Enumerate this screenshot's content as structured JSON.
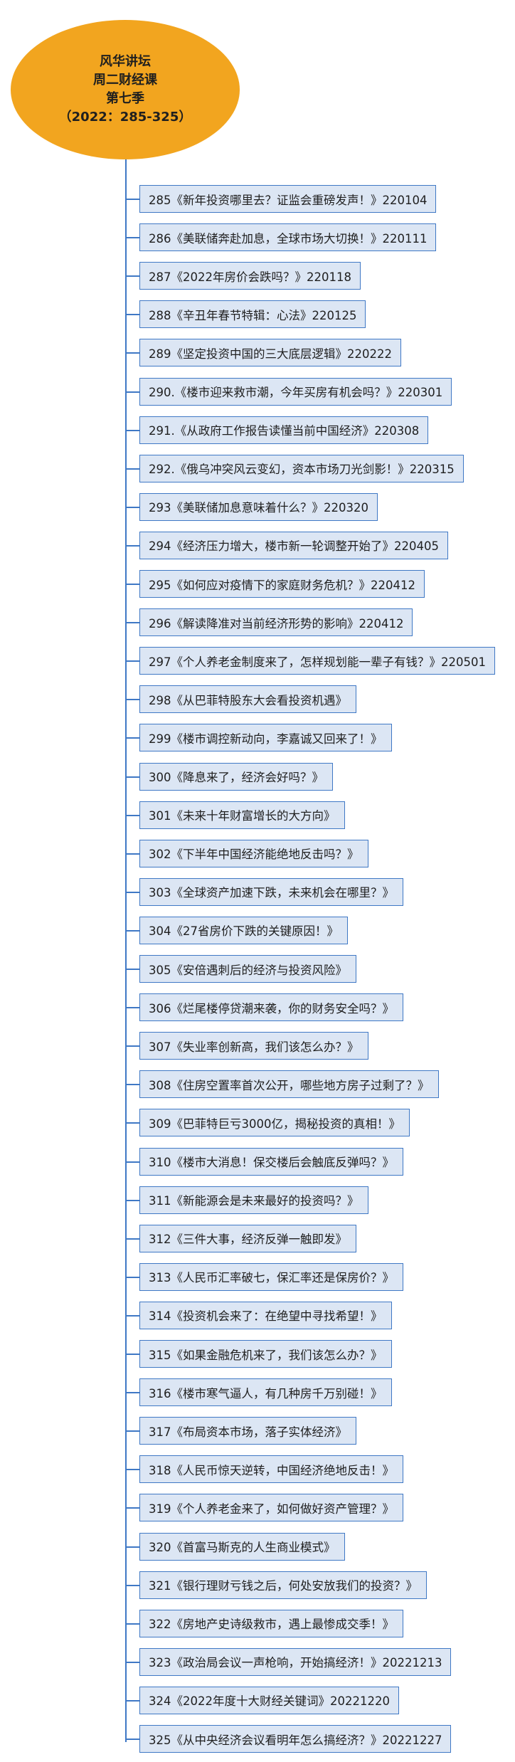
{
  "root": {
    "line1": "风华讲坛",
    "line2": "周二财经课",
    "line3": "第七季",
    "line4": "（2022：285-325）"
  },
  "items": [
    "285《新年投资哪里去？证监会重磅发声！》220104",
    "286《美联储奔赴加息，全球市场大切换！》220111",
    "287《2022年房价会跌吗？》220118",
    "288《辛丑年春节特辑：心法》220125",
    "289《坚定投资中国的三大底层逻辑》220222",
    "290.《楼市迎来救市潮，今年买房有机会吗？》220301",
    "291.《从政府工作报告读懂当前中国经济》220308",
    "292.《俄乌冲突风云变幻，资本市场刀光剑影！》220315",
    "293《美联储加息意味着什么？》220320",
    "294《经济压力增大，楼市新一轮调整开始了》220405",
    "295《如何应对疫情下的家庭财务危机？》220412",
    "296《解读降准对当前经济形势的影响》220412",
    "297《个人养老金制度来了，怎样规划能一辈子有钱？》220501",
    "298《从巴菲特股东大会看投资机遇》",
    "299《楼市调控新动向，李嘉诚又回来了！》",
    "300《降息来了，经济会好吗？》",
    "301《未来十年财富增长的大方向》",
    "302《下半年中国经济能绝地反击吗？》",
    "303《全球资产加速下跌，未来机会在哪里？》",
    "304《27省房价下跌的关键原因！》",
    "305《安倍遇刺后的经济与投资风险》",
    "306《烂尾楼停贷潮来袭，你的财务安全吗？》",
    "307《失业率创新高，我们该怎么办？》",
    "308《住房空置率首次公开，哪些地方房子过剩了？》",
    "309《巴菲特巨亏3000亿，揭秘投资的真相！》",
    "310《楼市大消息！保交楼后会触底反弹吗？》",
    "311《新能源会是未来最好的投资吗？》",
    "312《三件大事，经济反弹一触即发》",
    "313《人民币汇率破七，保汇率还是保房价？》",
    "314《投资机会来了：在绝望中寻找希望！》",
    "315《如果金融危机来了，我们该怎么办？》",
    "316《楼市寒气逼人，有几种房千万别碰！》",
    "317《布局资本市场，落子实体经济》",
    "318《人民币惊天逆转，中国经济绝地反击！》",
    "319《个人养老金来了，如何做好资产管理？》",
    "320《首富马斯克的人生商业模式》",
    "321《银行理财亏钱之后，何处安放我们的投资？》",
    "322《房地产史诗级救市，遇上最惨成交季！》",
    "323《政治局会议一声枪响，开始搞经济！》20221213",
    "324《2022年度十大财经关键词》20221220",
    "325《从中央经济会议看明年怎么搞经济？》20221227"
  ]
}
